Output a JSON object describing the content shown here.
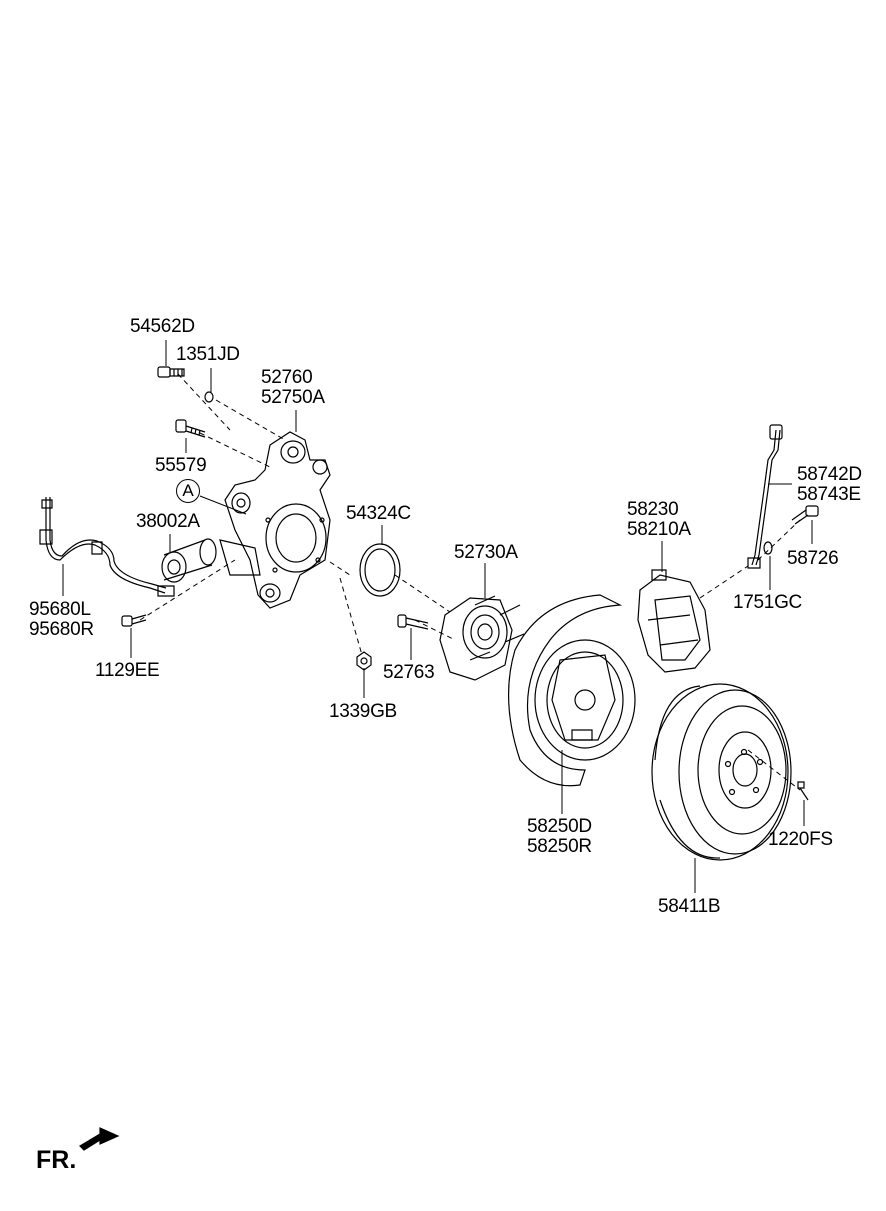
{
  "parts": {
    "p54562D": "54562D",
    "p1351JD": "1351JD",
    "p52760": "52760",
    "p52750A": "52750A",
    "p55579": "55579",
    "ref_A": "A",
    "p38002A": "38002A",
    "p54324C": "54324C",
    "p52730A": "52730A",
    "p58230": "58230",
    "p58210A": "58210A",
    "p58742D": "58742D",
    "p58743E": "58743E",
    "p58726": "58726",
    "p1751GC": "1751GC",
    "p95680L": "95680L",
    "p95680R": "95680R",
    "p1129EE": "1129EE",
    "p52763": "52763",
    "p1339GB": "1339GB",
    "p58250D": "58250D",
    "p58250R": "58250R",
    "p1220FS": "1220FS",
    "p58411B": "58411B"
  },
  "front_indicator": "FR."
}
